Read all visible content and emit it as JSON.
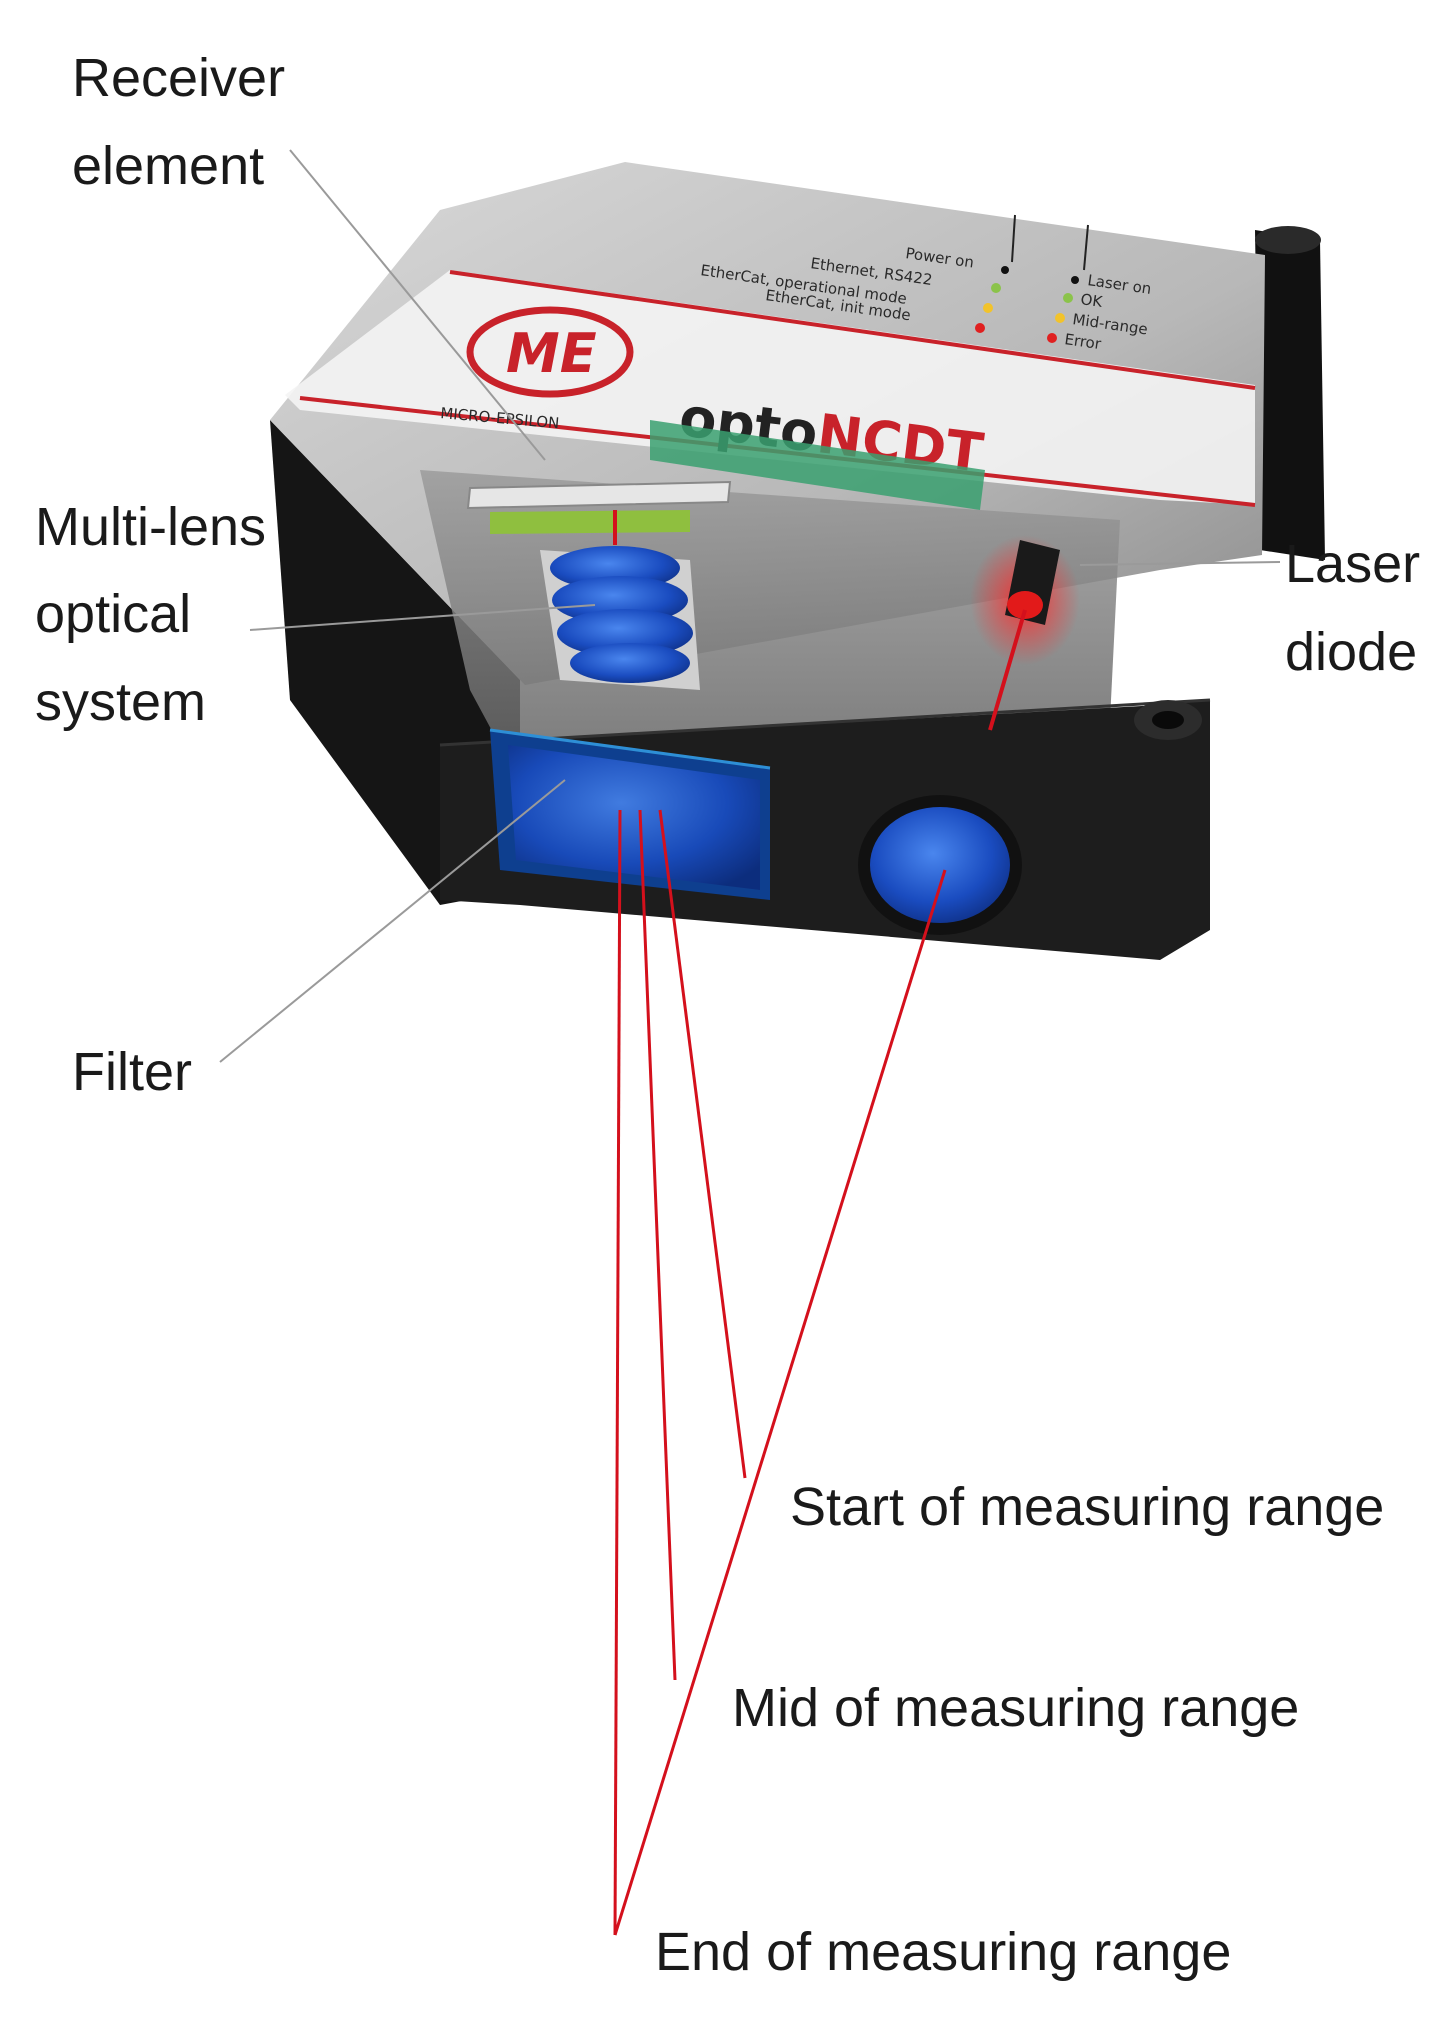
{
  "labels": {
    "receiver_line1": "Receiver",
    "receiver_line2": "element",
    "lens_line1": "Multi-lens",
    "lens_line2": "optical",
    "lens_line3": "system",
    "filter": "Filter",
    "laser_line1": "Laser",
    "laser_line2": "diode",
    "start": "Start of measuring range",
    "mid": "Mid of measuring range",
    "end": "End of measuring range"
  },
  "device": {
    "brand_logo": "ME",
    "brand_sub": "MICRO-EPSILON",
    "product_part1": "opto",
    "product_part2": "NCDT",
    "led_left": [
      "Power on",
      "Ethernet, RS422",
      "EtherCat, operational mode",
      "EtherCat, init mode"
    ],
    "led_right": [
      "Laser on",
      "OK",
      "Mid-range",
      "Error"
    ]
  },
  "colors": {
    "laser": "#d4101c",
    "housing": "#1c1c1c",
    "panel": "#bdbdbd",
    "lens_blue": "#1640a8"
  }
}
